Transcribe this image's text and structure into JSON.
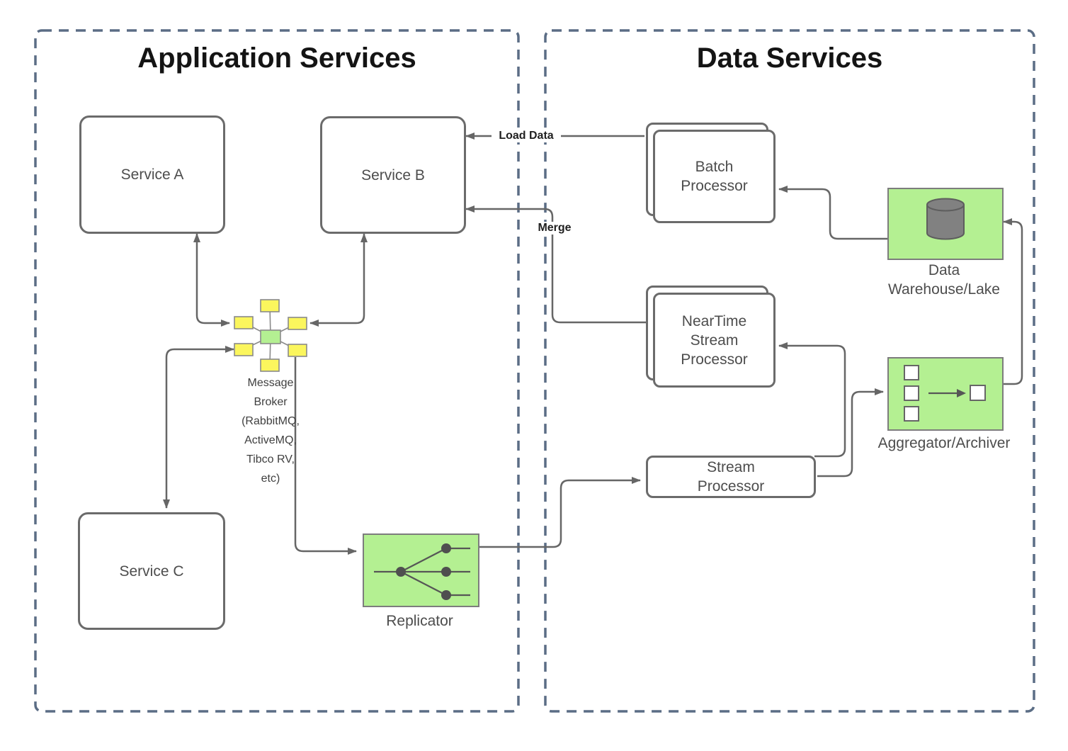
{
  "diagram": {
    "app_services": {
      "title": "Application Services",
      "nodes": {
        "service_a": "Service A",
        "service_b": "Service B",
        "service_c": "Service C",
        "message_broker": "Message\nBroker\n(RabbitMQ,\nActiveMQ,\nTibco RV,\netc)",
        "replicator": "Replicator"
      }
    },
    "data_services": {
      "title": "Data Services",
      "nodes": {
        "batch_processor": "Batch\nProcessor",
        "neartime_stream_processor": "NearTime\nStream\nProcessor",
        "stream_processor": "Stream\nProcessor",
        "data_warehouse": "Data\nWarehouse/Lake",
        "aggregator_archiver": "Aggregator/Archiver"
      }
    },
    "edge_labels": {
      "load_data": "Load Data",
      "merge": "Merge"
    },
    "colors": {
      "node_green": "#b4f092",
      "broker_yellow": "#fbf65d",
      "container_dash": "#5b6d85",
      "connector": "#666666",
      "cylinder_gray": "#818181"
    }
  }
}
